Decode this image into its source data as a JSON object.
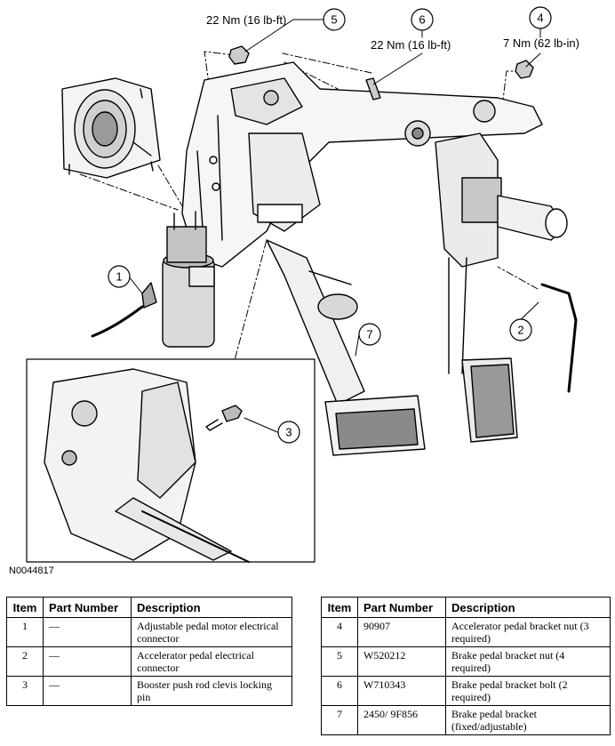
{
  "figure": {
    "id_label": "N0044817",
    "callouts": [
      {
        "num": "1"
      },
      {
        "num": "2"
      },
      {
        "num": "3"
      },
      {
        "num": "4",
        "torque": "7 Nm (62 lb-in)"
      },
      {
        "num": "5",
        "torque": "22 Nm (16 lb-ft)"
      },
      {
        "num": "6",
        "torque": "22 Nm (16 lb-ft)"
      },
      {
        "num": "7"
      }
    ]
  },
  "table_headers": {
    "item": "Item",
    "part_number": "Part Number",
    "description": "Description"
  },
  "table_left": [
    {
      "item": "1",
      "part_number": "—",
      "description": "Adjustable pedal motor electrical connector"
    },
    {
      "item": "2",
      "part_number": "—",
      "description": "Accelerator pedal electrical connector"
    },
    {
      "item": "3",
      "part_number": "—",
      "description": "Booster push rod clevis locking pin"
    }
  ],
  "table_right": [
    {
      "item": "4",
      "part_number": "90907",
      "description": "Accelerator pedal bracket nut (3 required)"
    },
    {
      "item": "5",
      "part_number": "W520212",
      "description": "Brake pedal bracket nut (4 required)"
    },
    {
      "item": "6",
      "part_number": "W710343",
      "description": "Brake pedal bracket bolt (2 required)"
    },
    {
      "item": "7",
      "part_number": "2450/ 9F856",
      "description": "Brake pedal bracket (fixed/adjustable)"
    }
  ]
}
